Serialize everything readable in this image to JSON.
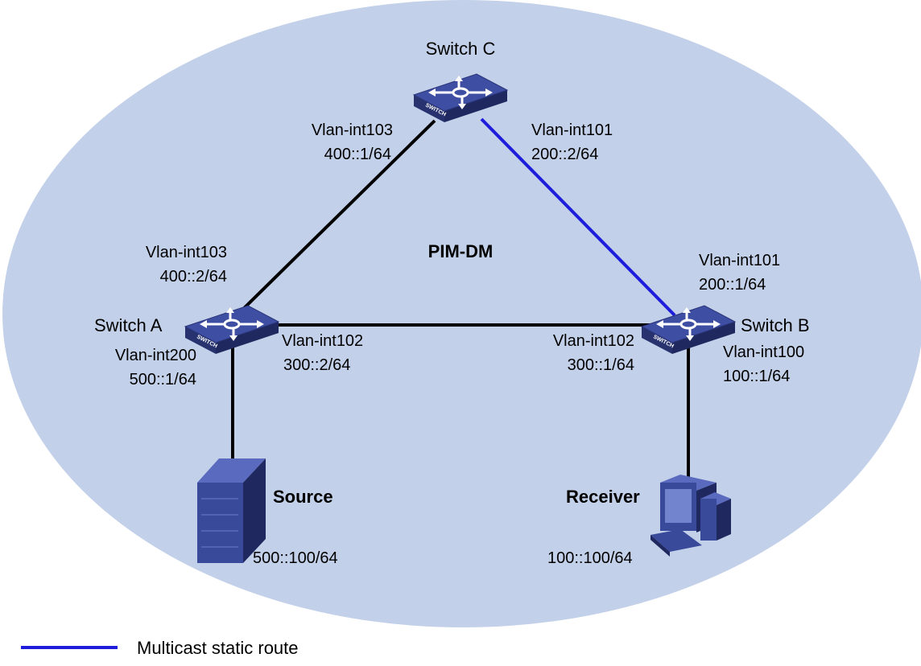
{
  "title": "PIM-DM",
  "colors": {
    "network_fill": "#c3d0e9",
    "link": "#000000",
    "static_route": "#1d1ddb",
    "device_body": "#3a4a9a"
  },
  "devices": {
    "switch_a": {
      "label": "Switch A",
      "icon": "switch-icon",
      "badge": "SWITCH"
    },
    "switch_b": {
      "label": "Switch B",
      "icon": "switch-icon",
      "badge": "SWITCH"
    },
    "switch_c": {
      "label": "Switch C",
      "icon": "switch-icon",
      "badge": "SWITCH"
    },
    "source": {
      "label": "Source",
      "icon": "server-icon",
      "ip": "500::100/64"
    },
    "receiver": {
      "label": "Receiver",
      "icon": "pc-icon",
      "ip": "100::100/64"
    }
  },
  "interfaces": {
    "c_to_a": {
      "name": "Vlan-int103",
      "ip": "400::1/64"
    },
    "c_to_b": {
      "name": "Vlan-int101",
      "ip": "200::2/64"
    },
    "a_to_c": {
      "name": "Vlan-int103",
      "ip": "400::2/64"
    },
    "b_to_c": {
      "name": "Vlan-int101",
      "ip": "200::1/64"
    },
    "a_to_b": {
      "name": "Vlan-int102",
      "ip": "300::2/64"
    },
    "b_to_a": {
      "name": "Vlan-int102",
      "ip": "300::1/64"
    },
    "a_to_source": {
      "name": "Vlan-int200",
      "ip": "500::1/64"
    },
    "b_to_receiver": {
      "name": "Vlan-int100",
      "ip": "100::1/64"
    }
  },
  "legend": {
    "label": "Multicast static route"
  }
}
